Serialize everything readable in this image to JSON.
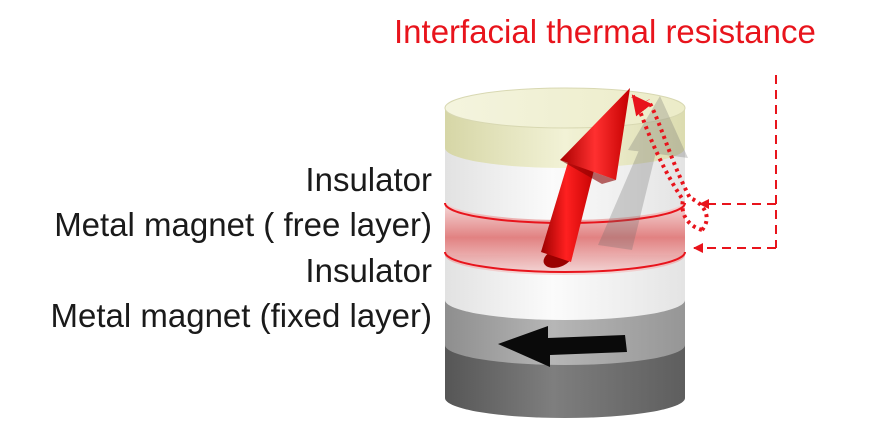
{
  "title": "Interfacial thermal resistance",
  "labels": {
    "insulator_top": "Insulator",
    "free_layer": "Metal magnet ( free  layer)",
    "insulator_bottom": "Insulator",
    "fixed_layer": "Metal magnet (fixed layer)"
  },
  "colors": {
    "accent_red": "#e8141c",
    "insulator_top_cap": "#eeeecc",
    "fixed_layer_gray": "#a0a0a0",
    "base_gray": "#6e6e6e"
  },
  "icons": {
    "free_magnetization": "red-3d-arrow-tilted",
    "fixed_magnetization": "black-arrow-left"
  }
}
